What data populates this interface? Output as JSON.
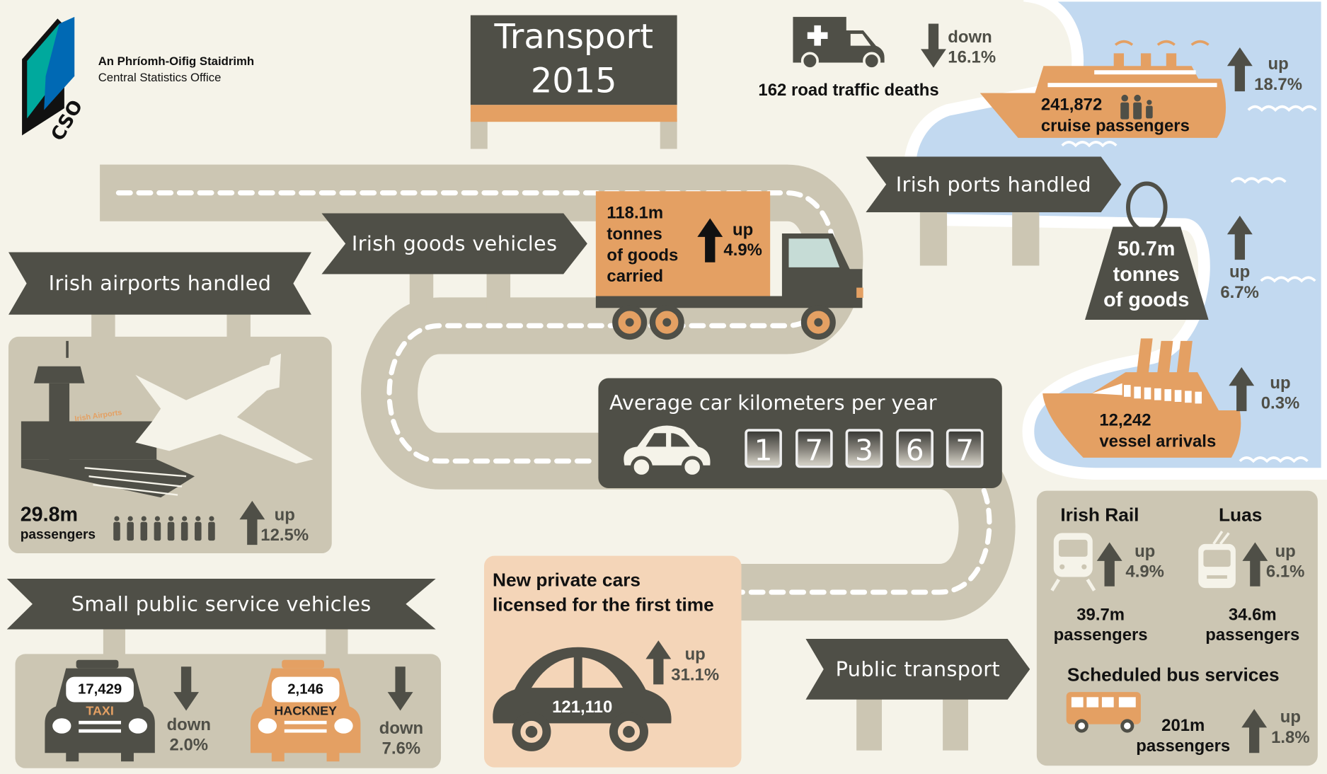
{
  "header": {
    "org_irish": "An Phríomh-Oifig Staidrimh",
    "org_english": "Central Statistics Office",
    "logo_text": "CSO",
    "title_line1": "Transport",
    "title_line2": "2015"
  },
  "road_deaths": {
    "value": "162 road traffic deaths",
    "direction": "down",
    "change": "16.1%"
  },
  "cruise": {
    "value": "241,872",
    "label": "cruise passengers",
    "direction": "up",
    "change": "18.7%"
  },
  "ports": {
    "sign": "Irish ports handled",
    "goods_value": "50.7m",
    "goods_line2": "tonnes",
    "goods_line3": "of goods",
    "goods_direction": "up",
    "goods_change": "6.7%",
    "vessels_value": "12,242",
    "vessels_label": "vessel arrivals",
    "vessels_direction": "up",
    "vessels_change": "0.3%"
  },
  "goods": {
    "sign": "Irish goods vehicles",
    "line1": "118.1m",
    "line2": "tonnes",
    "line3": "of goods",
    "line4": "carried",
    "direction": "up",
    "change": "4.9%"
  },
  "airports": {
    "sign": "Irish airports handled",
    "building_sign": "Irish Airports",
    "value": "29.8m",
    "label": "passengers",
    "direction": "up",
    "change": "12.5%"
  },
  "car_km": {
    "title": "Average car kilometers per year",
    "digits": [
      "1",
      "7",
      "3",
      "6",
      "7"
    ]
  },
  "spsv": {
    "sign": "Small public service vehicles",
    "taxi_count": "17,429",
    "taxi_label": "TAXI",
    "taxi_direction": "down",
    "taxi_change": "2.0%",
    "hackney_count": "2,146",
    "hackney_label": "HACKNEY",
    "hackney_direction": "down",
    "hackney_change": "7.6%"
  },
  "new_cars": {
    "title_line1": "New private cars",
    "title_line2": "licensed for the first time",
    "value": "121,110",
    "direction": "up",
    "change": "31.1%"
  },
  "public_transport": {
    "sign": "Public transport",
    "rail_title": "Irish Rail",
    "rail_direction": "up",
    "rail_change": "4.9%",
    "rail_value": "39.7m",
    "rail_label": "passengers",
    "luas_title": "Luas",
    "luas_direction": "up",
    "luas_change": "6.1%",
    "luas_value": "34.6m",
    "luas_label": "passengers",
    "bus_title": "Scheduled bus services",
    "bus_value": "201m",
    "bus_label": "passengers",
    "bus_direction": "up",
    "bus_change": "1.8%"
  },
  "colors": {
    "background": "#f5f3e9",
    "dark": "#4f4f47",
    "road": "#ccc6b3",
    "orange": "#e4a063",
    "water": "#c2d9f0",
    "peach": "#f4d5b8"
  }
}
